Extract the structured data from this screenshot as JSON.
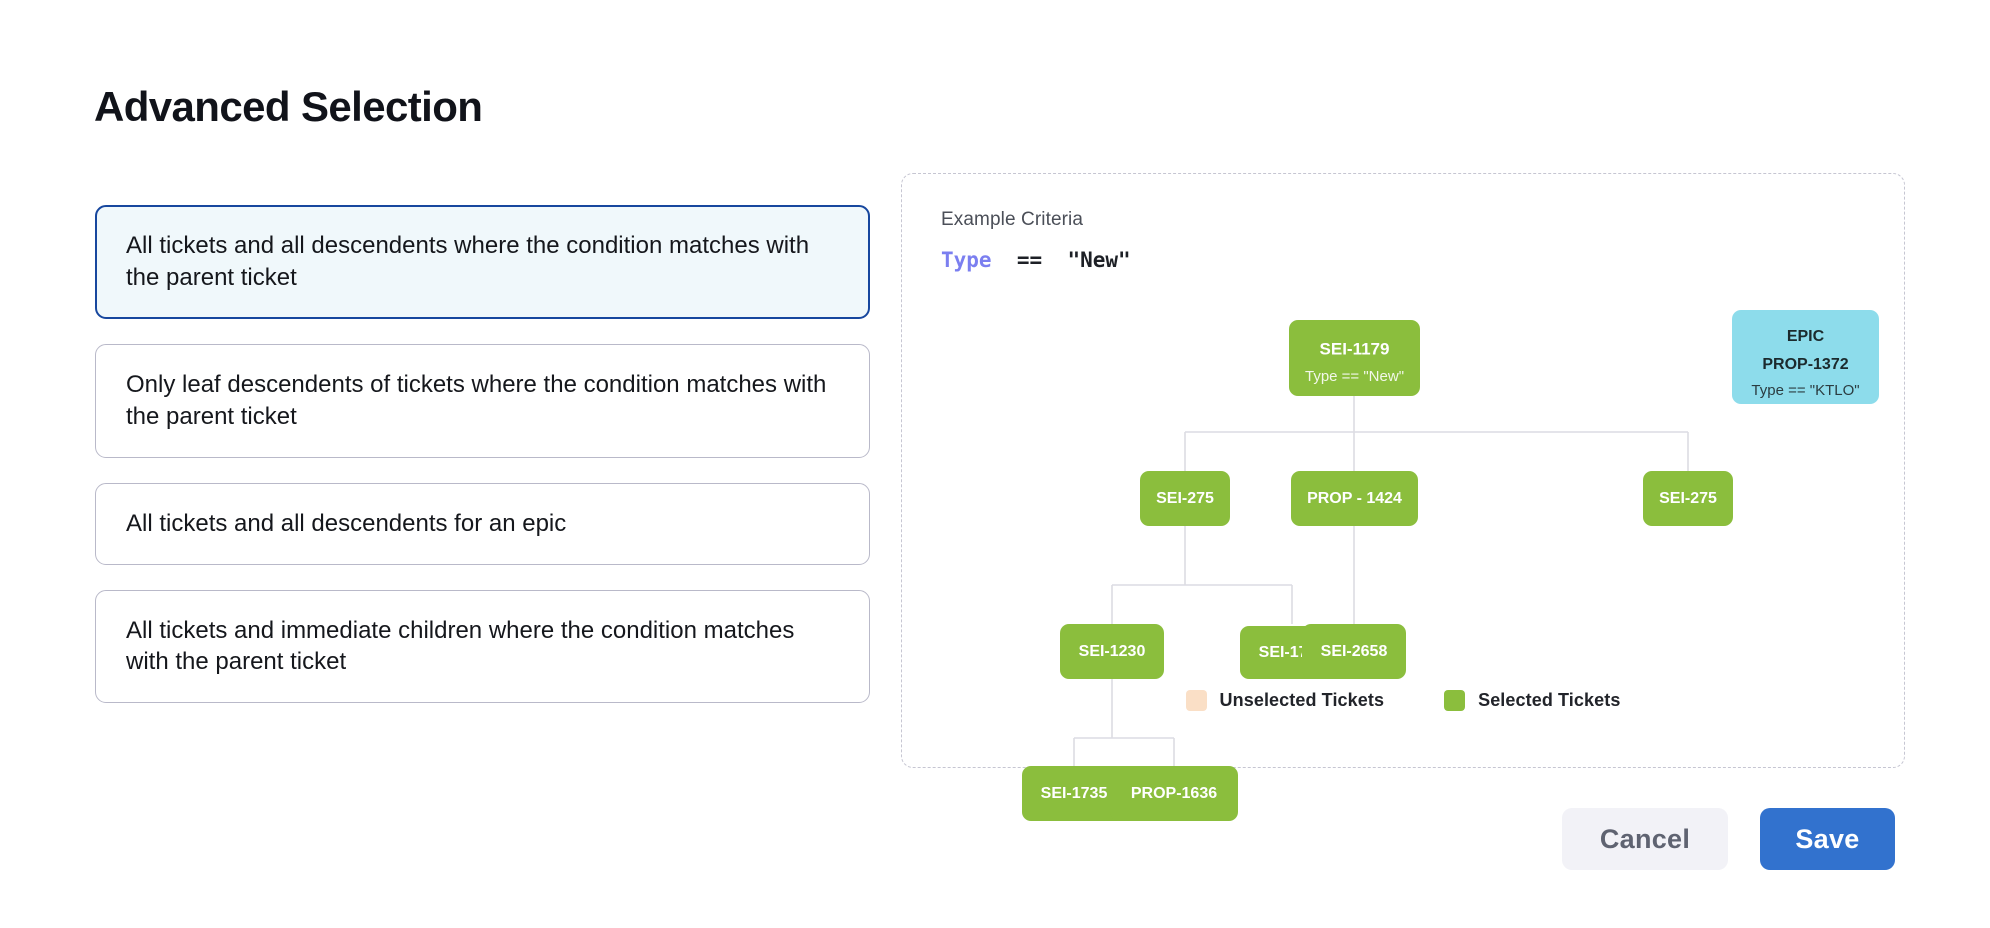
{
  "page": {
    "title": "Advanced Selection"
  },
  "options": [
    {
      "label": "All tickets and all descendents where the condition matches with the parent ticket",
      "selected": true
    },
    {
      "label": "Only leaf descendents of tickets where the condition matches with the parent ticket",
      "selected": false
    },
    {
      "label": "All tickets and all descendents for an epic",
      "selected": false
    },
    {
      "label": "All tickets and immediate children where the condition matches with the parent ticket",
      "selected": false
    }
  ],
  "diagram": {
    "criteria_title": "Example Criteria",
    "criteria_field": "Type",
    "criteria_operator": "==",
    "criteria_value": "\"New\"",
    "nodes": {
      "root": {
        "id": "SEI-1179",
        "sub": "Type == \"New\""
      },
      "epic": {
        "kind": "EPIC",
        "id": "PROP-1372",
        "sub": "Type == \"KTLO\""
      },
      "r2a": {
        "id": "SEI-275"
      },
      "r2b": {
        "id": "PROP - 1424"
      },
      "r2c": {
        "id": "SEI-275"
      },
      "r3a": {
        "id": "SEI-1230"
      },
      "r3b": {
        "id": "SEI-1735"
      },
      "r3c": {
        "id": "SEI-2658"
      },
      "r4a": {
        "id": "SEI-1735"
      },
      "r4b": {
        "id": "PROP-1636"
      }
    },
    "legend": [
      {
        "label": "Unselected Tickets",
        "color": "#fadfc6"
      },
      {
        "label": "Selected Tickets",
        "color": "#8bbe3d"
      }
    ]
  },
  "footer": {
    "cancel_label": "Cancel",
    "save_label": "Save"
  },
  "colors": {
    "selected_node": "#8bbe3d",
    "epic_node": "#8ddceb",
    "unselected_swatch": "#fadfc6",
    "accent_blue": "#3272ce",
    "selected_card_border": "#17479e",
    "selected_card_fill": "#f0f8fb",
    "connector": "#dcdce3"
  }
}
